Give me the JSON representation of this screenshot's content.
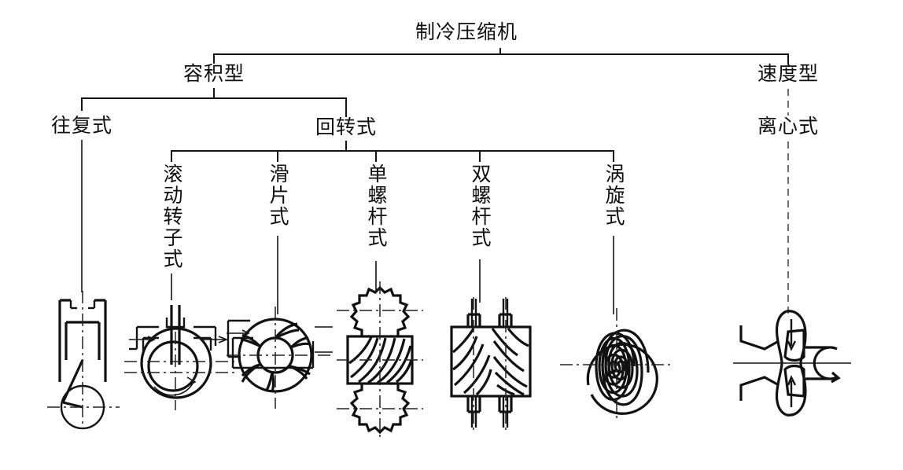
{
  "diagram": {
    "title": "制冷压缩机",
    "type": "classification-tree",
    "levels": {
      "root": "制冷压缩机",
      "level2": [
        "容积型",
        "速度型"
      ],
      "level3": [
        "往复式",
        "回转式",
        "离心式"
      ],
      "level4": [
        "滚动转子式",
        "滑片式",
        "单螺杆式",
        "双螺杆式",
        "涡旋式"
      ]
    }
  },
  "nodes": {
    "root": {
      "label": "制冷压缩机"
    },
    "positive_displacement": {
      "label": "容积型"
    },
    "velocity": {
      "label": "速度型"
    },
    "reciprocating": {
      "label": "往复式"
    },
    "rotary": {
      "label": "回转式"
    },
    "centrifugal": {
      "label": "离心式"
    },
    "rolling_piston": {
      "label": "滚动转子式"
    },
    "sliding_vane": {
      "label": "滑片式"
    },
    "single_screw": {
      "label": "单螺杆式"
    },
    "twin_screw": {
      "label": "双螺杆式"
    },
    "scroll": {
      "label": "涡旋式"
    }
  },
  "figures": [
    {
      "name": "reciprocating-piston-figure",
      "for": "往复式"
    },
    {
      "name": "rolling-piston-figure",
      "for": "滚动转子式"
    },
    {
      "name": "sliding-vane-figure",
      "for": "滑片式"
    },
    {
      "name": "single-screw-figure",
      "for": "单螺杆式"
    },
    {
      "name": "twin-screw-figure",
      "for": "双螺杆式"
    },
    {
      "name": "scroll-figure",
      "for": "涡旋式"
    },
    {
      "name": "centrifugal-impeller-figure",
      "for": "离心式"
    }
  ],
  "colors": {
    "line": "#141414",
    "text": "#101010",
    "background": "#ffffff"
  }
}
